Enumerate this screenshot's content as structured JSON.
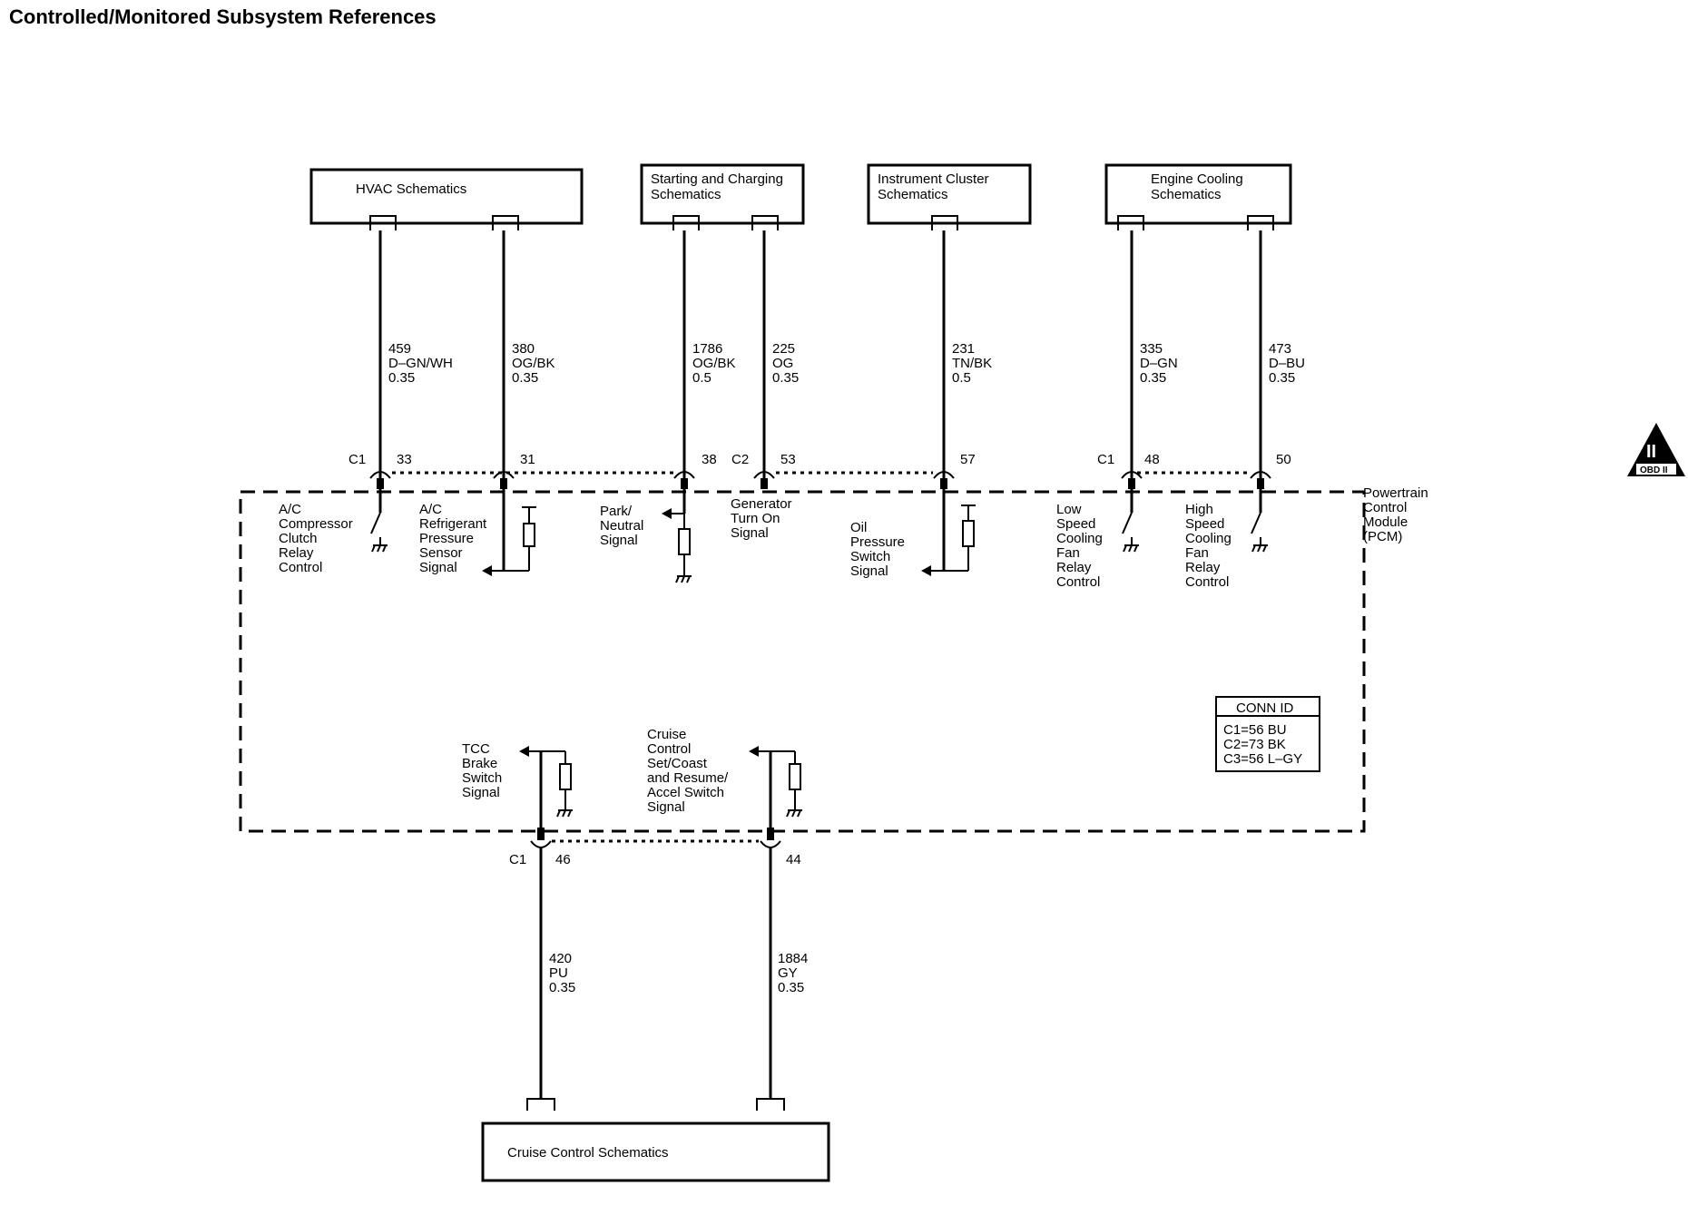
{
  "title": "Controlled/Monitored Subsystem References",
  "boxes": {
    "hvac": [
      "HVAC Schematics"
    ],
    "starting": [
      "Starting and Charging",
      "Schematics"
    ],
    "instrument": [
      "Instrument Cluster",
      "Schematics"
    ],
    "cooling": [
      "Engine Cooling",
      "Schematics"
    ],
    "cruise": [
      "Cruise Control Schematics"
    ]
  },
  "wires": {
    "w459": [
      "459",
      "D–GN/WH",
      "0.35"
    ],
    "w380": [
      "380",
      "OG/BK",
      "0.35"
    ],
    "w1786": [
      "1786",
      "OG/BK",
      "0.5"
    ],
    "w225": [
      "225",
      "OG",
      "0.35"
    ],
    "w231": [
      "231",
      "TN/BK",
      "0.5"
    ],
    "w335": [
      "335",
      "D–GN",
      "0.35"
    ],
    "w473": [
      "473",
      "D–BU",
      "0.35"
    ],
    "w420": [
      "420",
      "PU",
      "0.35"
    ],
    "w1884": [
      "1884",
      "GY",
      "0.35"
    ]
  },
  "connectors": {
    "c1_top_left": "C1",
    "p33": "33",
    "p31": "31",
    "p38": "38",
    "c2_top": "C2",
    "p53": "53",
    "p57": "57",
    "c1_top_right": "C1",
    "p48": "48",
    "p50": "50",
    "c1_bottom": "C1",
    "p46": "46",
    "p44": "44"
  },
  "signals": {
    "ac_clutch": [
      "A/C",
      "Compressor",
      "Clutch",
      "Relay",
      "Control"
    ],
    "ac_pressure": [
      "A/C",
      "Refrigerant",
      "Pressure",
      "Sensor",
      "Signal"
    ],
    "park_neutral": [
      "Park/",
      "Neutral",
      "Signal"
    ],
    "generator": [
      "Generator",
      "Turn On",
      "Signal"
    ],
    "oil_pressure": [
      "Oil",
      "Pressure",
      "Switch",
      "Signal"
    ],
    "low_speed_fan": [
      "Low",
      "Speed",
      "Cooling",
      "Fan",
      "Relay",
      "Control"
    ],
    "high_speed_fan": [
      "High",
      "Speed",
      "Cooling",
      "Fan",
      "Relay",
      "Control"
    ],
    "pcm": [
      "Powertrain",
      "Control",
      "Module",
      "(PCM)"
    ],
    "tcc_brake": [
      "TCC",
      "Brake",
      "Switch",
      "Signal"
    ],
    "cruise_switch": [
      "Cruise",
      "Control",
      "Set/Coast",
      "and Resume/",
      "Accel Switch",
      "Signal"
    ]
  },
  "conn_id": {
    "heading": "CONN ID",
    "lines": [
      "C1=56 BU",
      "C2=73 BK",
      "C3=56 L–GY"
    ]
  },
  "obd_badge": {
    "symbol": "II",
    "label": "OBD II"
  }
}
